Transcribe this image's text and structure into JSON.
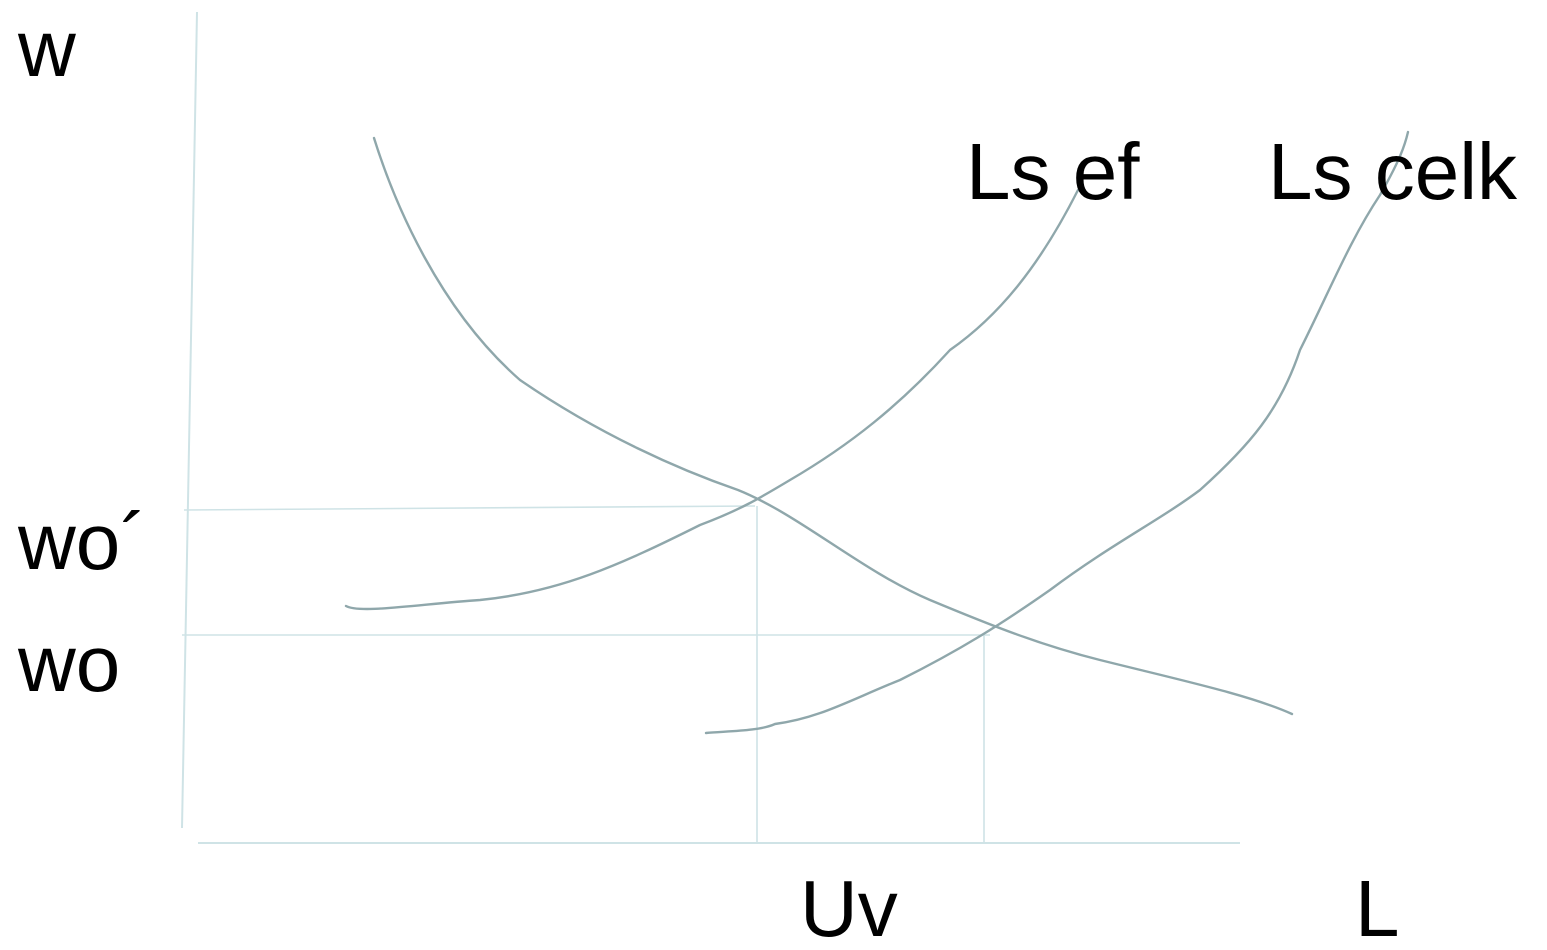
{
  "labels": {
    "y_axis": "w",
    "x_axis": "L",
    "wage_high": "wo´",
    "wage_low": "wo",
    "unemployment": "Uv",
    "supply_effective": "Ls ef",
    "supply_total": "Ls celk"
  },
  "colors": {
    "curve": "#8fa7ab",
    "guide": "#cfe3e6",
    "text": "#000000"
  }
}
